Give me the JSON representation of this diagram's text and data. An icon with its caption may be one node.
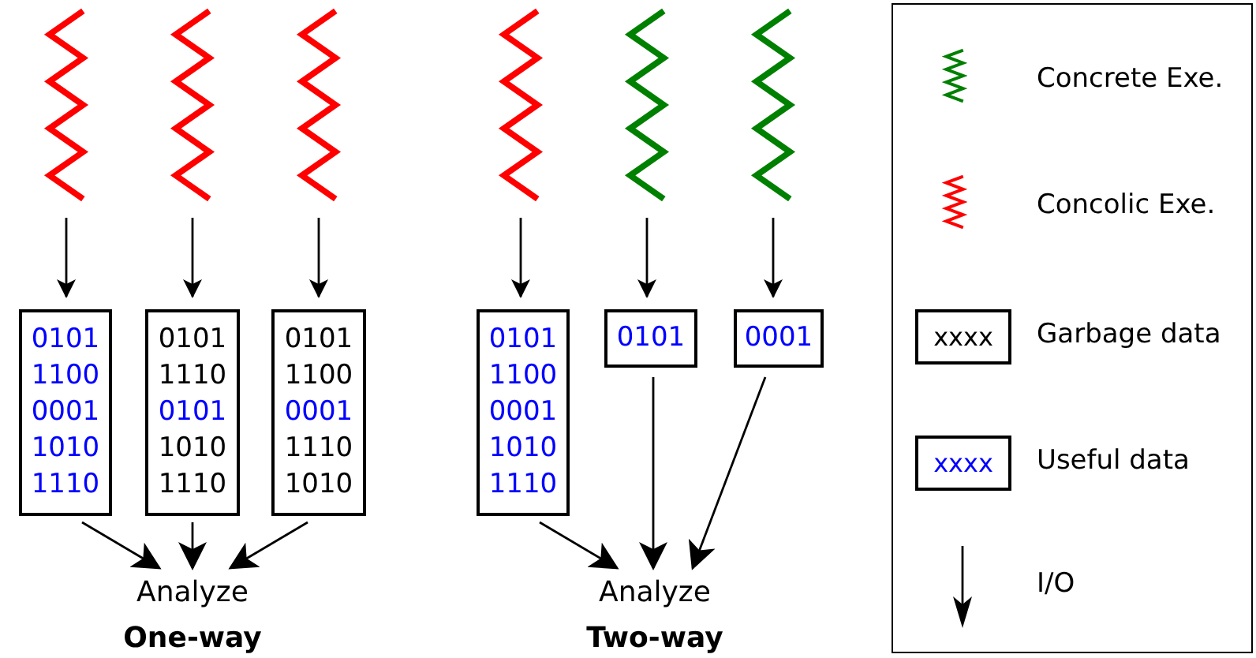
{
  "diagram": {
    "nodes": [
      {
        "text": [],
        "shape": "zigzag"
      },
      {
        "text": [],
        "shape": "zigzag"
      },
      {
        "text": [],
        "shape": "zigzag"
      },
      {
        "text": [],
        "shape": "zigzag"
      },
      {
        "text": [],
        "shape": "zigzag"
      },
      {
        "text": [],
        "shape": "zigzag"
      },
      {
        "text": [
          "0101",
          "1100",
          "0001",
          "1010",
          "1110"
        ]
      },
      {
        "text": [
          "0101",
          "1110",
          "0101",
          "1010",
          "1110"
        ]
      },
      {
        "text": [
          "0101",
          "1100",
          "0001",
          "1110",
          "1010"
        ]
      },
      {
        "text": [
          "0101",
          "1100",
          "0001",
          "1010",
          "1110"
        ]
      },
      {
        "text": [
          "0101"
        ]
      },
      {
        "text": [
          "0001"
        ]
      },
      {
        "text": [
          "Analyze"
        ]
      },
      {
        "text": [
          "Analyze"
        ]
      }
    ],
    "edges": [
      {
        "from": 0,
        "to": 6,
        "arrow": "to"
      },
      {
        "from": 1,
        "to": 7,
        "arrow": "to"
      },
      {
        "from": 2,
        "to": 8,
        "arrow": "to"
      },
      {
        "from": 3,
        "to": 9,
        "arrow": "to"
      },
      {
        "from": 4,
        "to": 10,
        "arrow": "to"
      },
      {
        "from": 5,
        "to": 11,
        "arrow": "to"
      },
      {
        "from": 6,
        "to": 12,
        "arrow": "to"
      },
      {
        "from": 7,
        "to": 12,
        "arrow": "to"
      },
      {
        "from": 8,
        "to": 12,
        "arrow": "to"
      },
      {
        "from": 9,
        "to": 13,
        "arrow": "to"
      },
      {
        "from": 10,
        "to": 13,
        "arrow": "to"
      },
      {
        "from": 11,
        "to": 13,
        "arrow": "to"
      }
    ],
    "labels": [
      "xxxx",
      "xxxx",
      "One-way",
      "Two-way"
    ],
    "legend": [
      {
        "text": "Concrete Exe."
      },
      {
        "text": "Concolic Exe."
      },
      {
        "text": "Garbage data"
      },
      {
        "text": "Useful data"
      },
      {
        "text": "I/O"
      }
    ]
  }
}
